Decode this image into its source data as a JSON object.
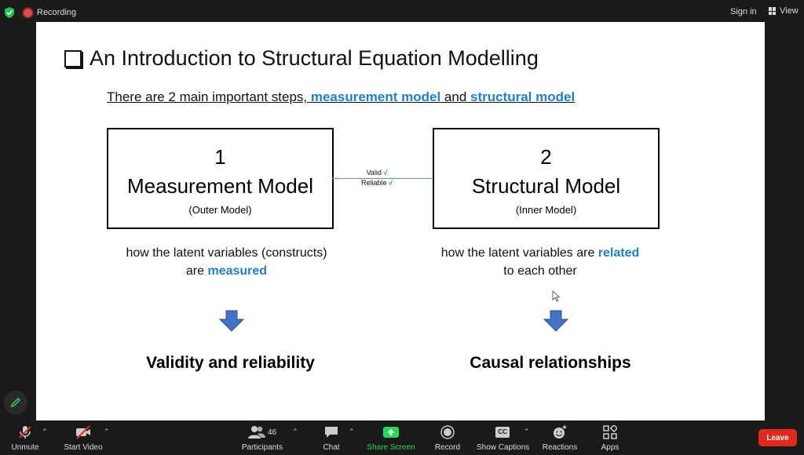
{
  "topbar": {
    "recording_label": "Recording",
    "signin_label": "Sign in",
    "view_label": "View"
  },
  "slide": {
    "title": "An Introduction to Structural Equation Modelling",
    "subtitle": {
      "prefix": "There are 2 main important steps, ",
      "term1": "measurement model",
      "middle": " and ",
      "term2": "structural model"
    },
    "box1": {
      "number": "1",
      "name": "Measurement Model",
      "sub": "(Outer Model)"
    },
    "box2": {
      "number": "2",
      "name": "Structural Model",
      "sub": "(Inner Model)"
    },
    "connector": {
      "valid": "Valid",
      "reliable": "Reliable",
      "tick": "√"
    },
    "desc1": {
      "line1": "how the latent variables (constructs)",
      "line2_prefix": "are ",
      "line2_em": "measured"
    },
    "desc2": {
      "line1_prefix": "how the latent variables are ",
      "line1_em": "related",
      "line2": "to each other"
    },
    "result1": "Validity and reliability",
    "result2": "Causal relationships"
  },
  "toolbar": {
    "unmute": "Unmute",
    "start_video": "Start Video",
    "participants": "Participants",
    "participants_count": "46",
    "chat": "Chat",
    "share_screen": "Share Screen",
    "record": "Record",
    "show_captions": "Show Captions",
    "reactions": "Reactions",
    "apps": "Apps",
    "leave": "Leave",
    "cc_text": "CC"
  },
  "colors": {
    "accent_blue": "#1f7fcf",
    "share_green": "#23d959",
    "leave_red": "#e0291f",
    "arrow_blue": "#4472c4"
  }
}
